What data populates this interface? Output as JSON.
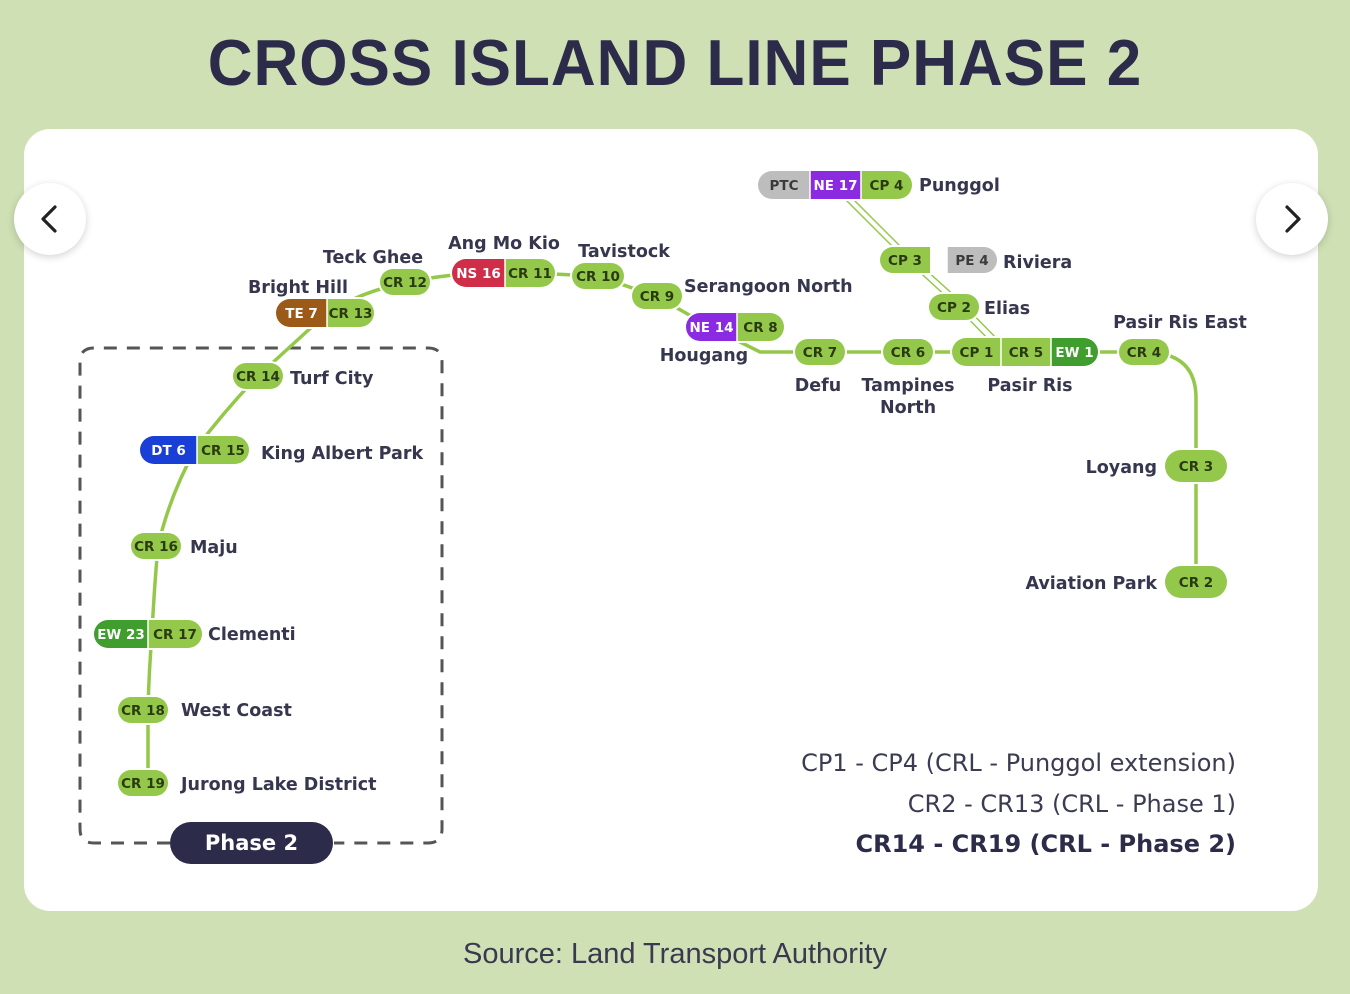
{
  "title": "CROSS ISLAND LINE PHASE 2",
  "source": "Source: Land Transport Authority",
  "phase_label": "Phase 2",
  "legend": [
    "CP1 - CP4 (CRL - Punggol extension)",
    "CR2 - CR13 (CRL - Phase 1)",
    "CR14 - CR19 (CRL - Phase 2)"
  ],
  "colors": {
    "crl": "#94c84a",
    "crl_dark_text": "#2a3a10",
    "ptc_grey": "#bdbdbd",
    "ne_purple": "#8a2be2",
    "ns_red": "#cf2d48",
    "te_brown": "#9b5a17",
    "dt_blue": "#1a3fd6",
    "ew_green": "#3f9e2e",
    "phase_badge": "#2c2b4a"
  },
  "nav": {
    "prev_icon": "chevron-left-icon",
    "next_icon": "chevron-right-icon"
  },
  "stations": [
    {
      "name": "Punggol",
      "codes": [
        "PTC",
        "NE 17",
        "CP 4"
      ]
    },
    {
      "name": "Riviera",
      "codes": [
        "CP 3",
        "PE 4"
      ]
    },
    {
      "name": "Elias",
      "codes": [
        "CP 2"
      ]
    },
    {
      "name": "Pasir Ris",
      "codes": [
        "CP 1",
        "CR 5",
        "EW 1"
      ]
    },
    {
      "name": "Pasir Ris East",
      "codes": [
        "CR 4"
      ]
    },
    {
      "name": "Loyang",
      "codes": [
        "CR 3"
      ]
    },
    {
      "name": "Aviation Park",
      "codes": [
        "CR 2"
      ]
    },
    {
      "name": "Tampines North",
      "codes": [
        "CR 6"
      ]
    },
    {
      "name": "Defu",
      "codes": [
        "CR 7"
      ]
    },
    {
      "name": "Hougang",
      "codes": [
        "NE 14",
        "CR 8"
      ]
    },
    {
      "name": "Serangoon North",
      "codes": [
        "CR 9"
      ]
    },
    {
      "name": "Tavistock",
      "codes": [
        "CR 10"
      ]
    },
    {
      "name": "Ang Mo Kio",
      "codes": [
        "NS 16",
        "CR 11"
      ]
    },
    {
      "name": "Teck Ghee",
      "codes": [
        "CR 12"
      ]
    },
    {
      "name": "Bright Hill",
      "codes": [
        "TE 7",
        "CR 13"
      ]
    },
    {
      "name": "Turf City",
      "codes": [
        "CR 14"
      ]
    },
    {
      "name": "King Albert Park",
      "codes": [
        "DT 6",
        "CR 15"
      ]
    },
    {
      "name": "Maju",
      "codes": [
        "CR 16"
      ]
    },
    {
      "name": "Clementi",
      "codes": [
        "EW 23",
        "CR 17"
      ]
    },
    {
      "name": "West Coast",
      "codes": [
        "CR 18"
      ]
    },
    {
      "name": "Jurong Lake District",
      "codes": [
        "CR 19"
      ]
    }
  ]
}
